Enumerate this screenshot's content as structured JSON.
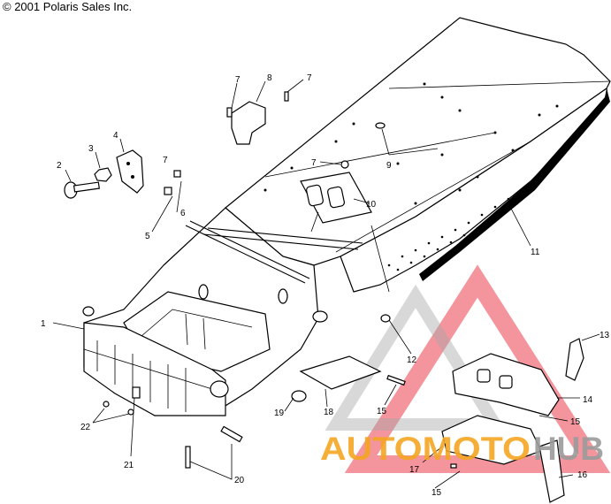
{
  "copyright": "© 2001 Polaris Sales Inc.",
  "watermark": {
    "text_part1": "AUTOMOTO",
    "text_part2": "HUB",
    "color_orange": "#F5A623",
    "color_red": "#E8192C",
    "color_grey": "#9B9B9B"
  },
  "callouts": [
    {
      "id": "c1",
      "label": "1"
    },
    {
      "id": "c2",
      "label": "2"
    },
    {
      "id": "c3",
      "label": "3"
    },
    {
      "id": "c4",
      "label": "4"
    },
    {
      "id": "c5",
      "label": "5"
    },
    {
      "id": "c6",
      "label": "6"
    },
    {
      "id": "c7a",
      "label": "7"
    },
    {
      "id": "c8",
      "label": "8"
    },
    {
      "id": "c7b",
      "label": "7"
    },
    {
      "id": "c7c",
      "label": "7"
    },
    {
      "id": "c7d",
      "label": "7"
    },
    {
      "id": "c9",
      "label": "9"
    },
    {
      "id": "c10",
      "label": "10"
    },
    {
      "id": "c11",
      "label": "11"
    },
    {
      "id": "c12",
      "label": "12"
    },
    {
      "id": "c13",
      "label": "13"
    },
    {
      "id": "c14",
      "label": "14"
    },
    {
      "id": "c15a",
      "label": "15"
    },
    {
      "id": "c15b",
      "label": "15"
    },
    {
      "id": "c15c",
      "label": "15"
    },
    {
      "id": "c16",
      "label": "16"
    },
    {
      "id": "c17",
      "label": "17"
    },
    {
      "id": "c18",
      "label": "18"
    },
    {
      "id": "c19",
      "label": "19"
    },
    {
      "id": "c20",
      "label": "20"
    },
    {
      "id": "c21",
      "label": "21"
    },
    {
      "id": "c22",
      "label": "22"
    }
  ]
}
